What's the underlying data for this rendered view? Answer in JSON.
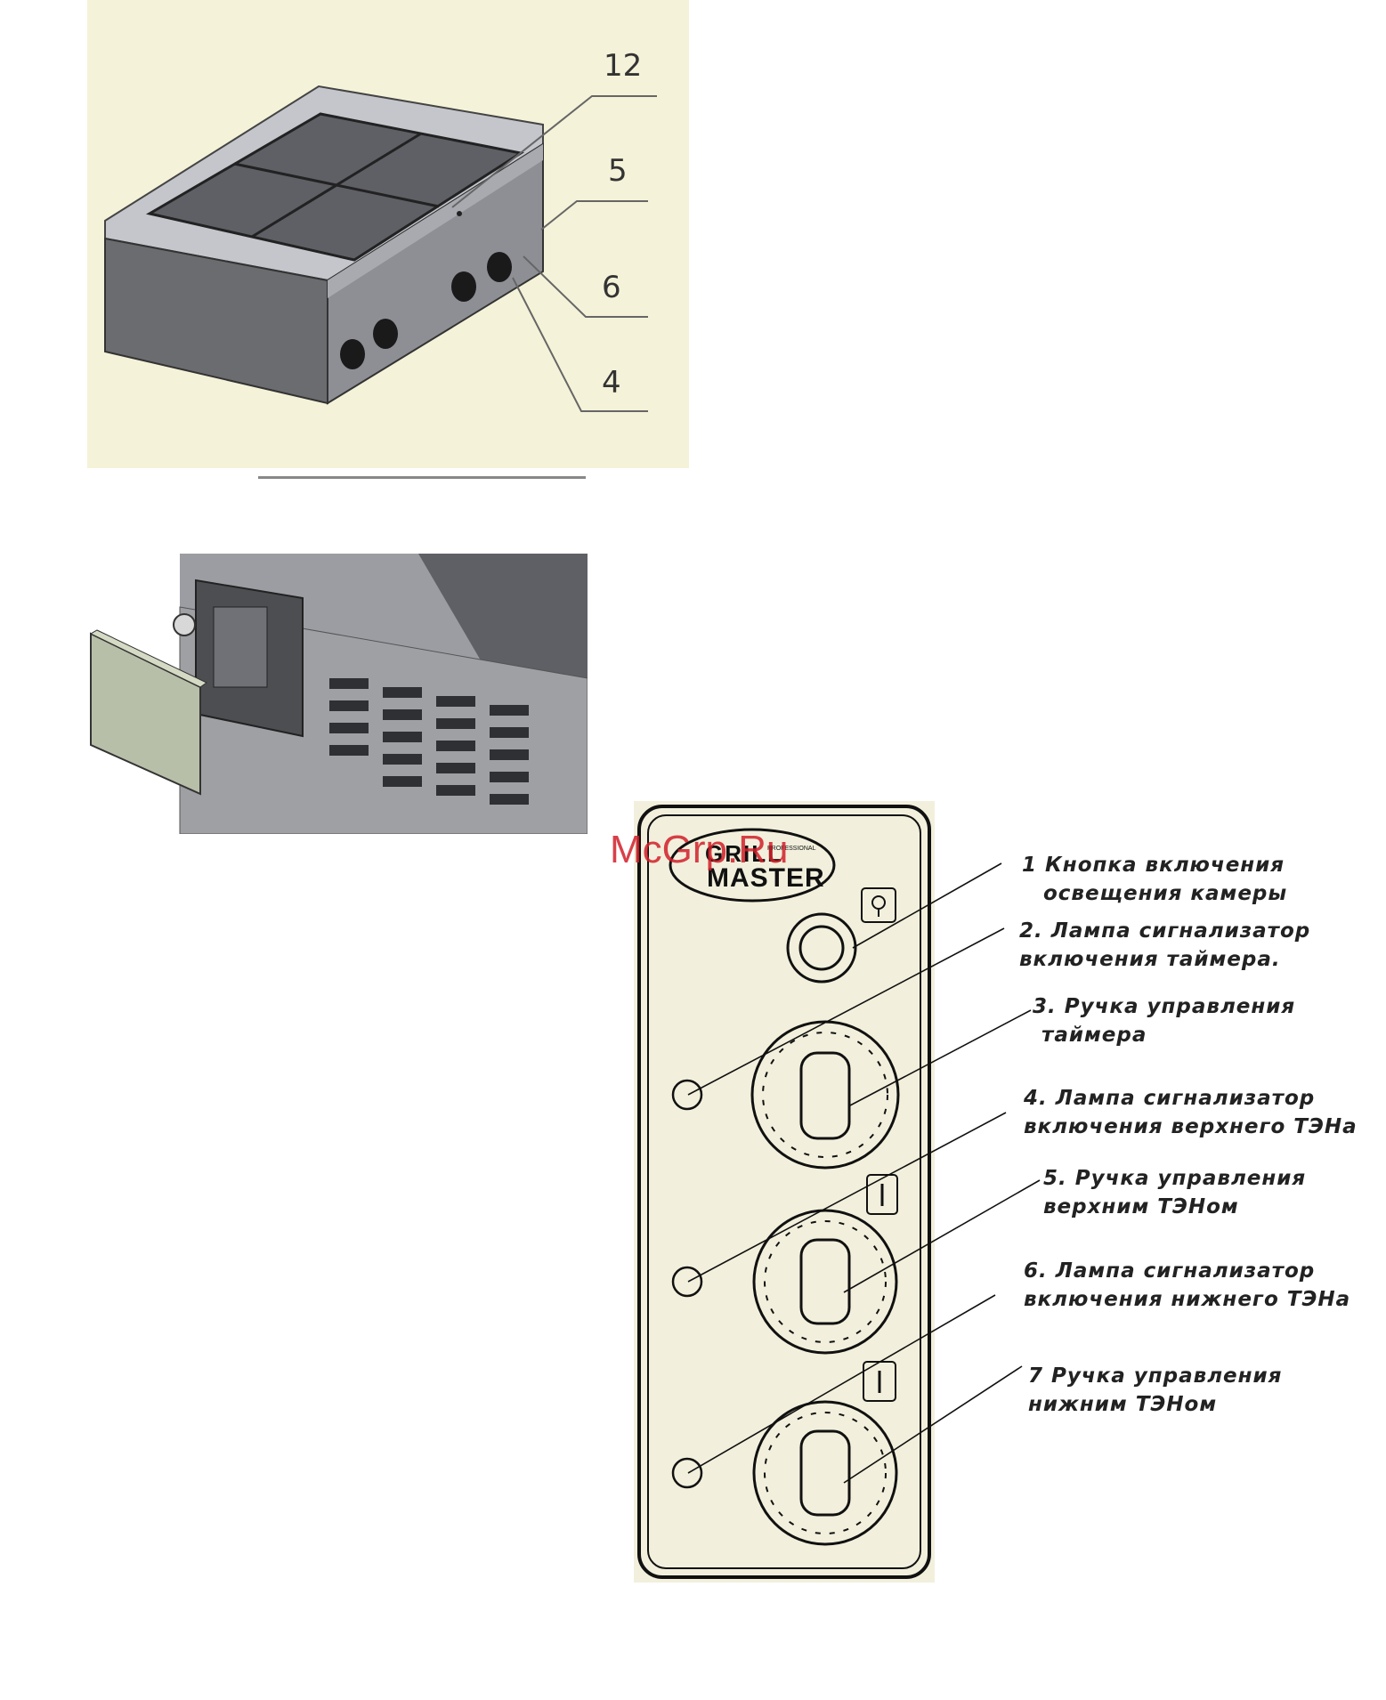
{
  "top_figure": {
    "callouts": [
      "12",
      "5",
      "6",
      "4"
    ]
  },
  "panel": {
    "brand_line1": "GRILL",
    "brand_line2": "MASTER",
    "brand_small": "PROFESSIONAL"
  },
  "watermark": "McGrp.Ru",
  "legend": [
    {
      "line1": "1 Кнопка включения",
      "line2": "освещения камеры"
    },
    {
      "line1": "2. Лампа сигнализатор",
      "line2": "включения таймера."
    },
    {
      "line1": "3. Ручка управления",
      "line2": "таймера"
    },
    {
      "line1": "4. Лампа сигнализатор",
      "line2": "включения верхнего ТЭНа"
    },
    {
      "line1": "5. Ручка управления",
      "line2": "верхним ТЭНом"
    },
    {
      "line1": "6. Лампа сигнализатор",
      "line2": "включения нижнего ТЭНа"
    },
    {
      "line1": "7  Ручка управления",
      "line2": "нижним ТЭНом"
    }
  ]
}
